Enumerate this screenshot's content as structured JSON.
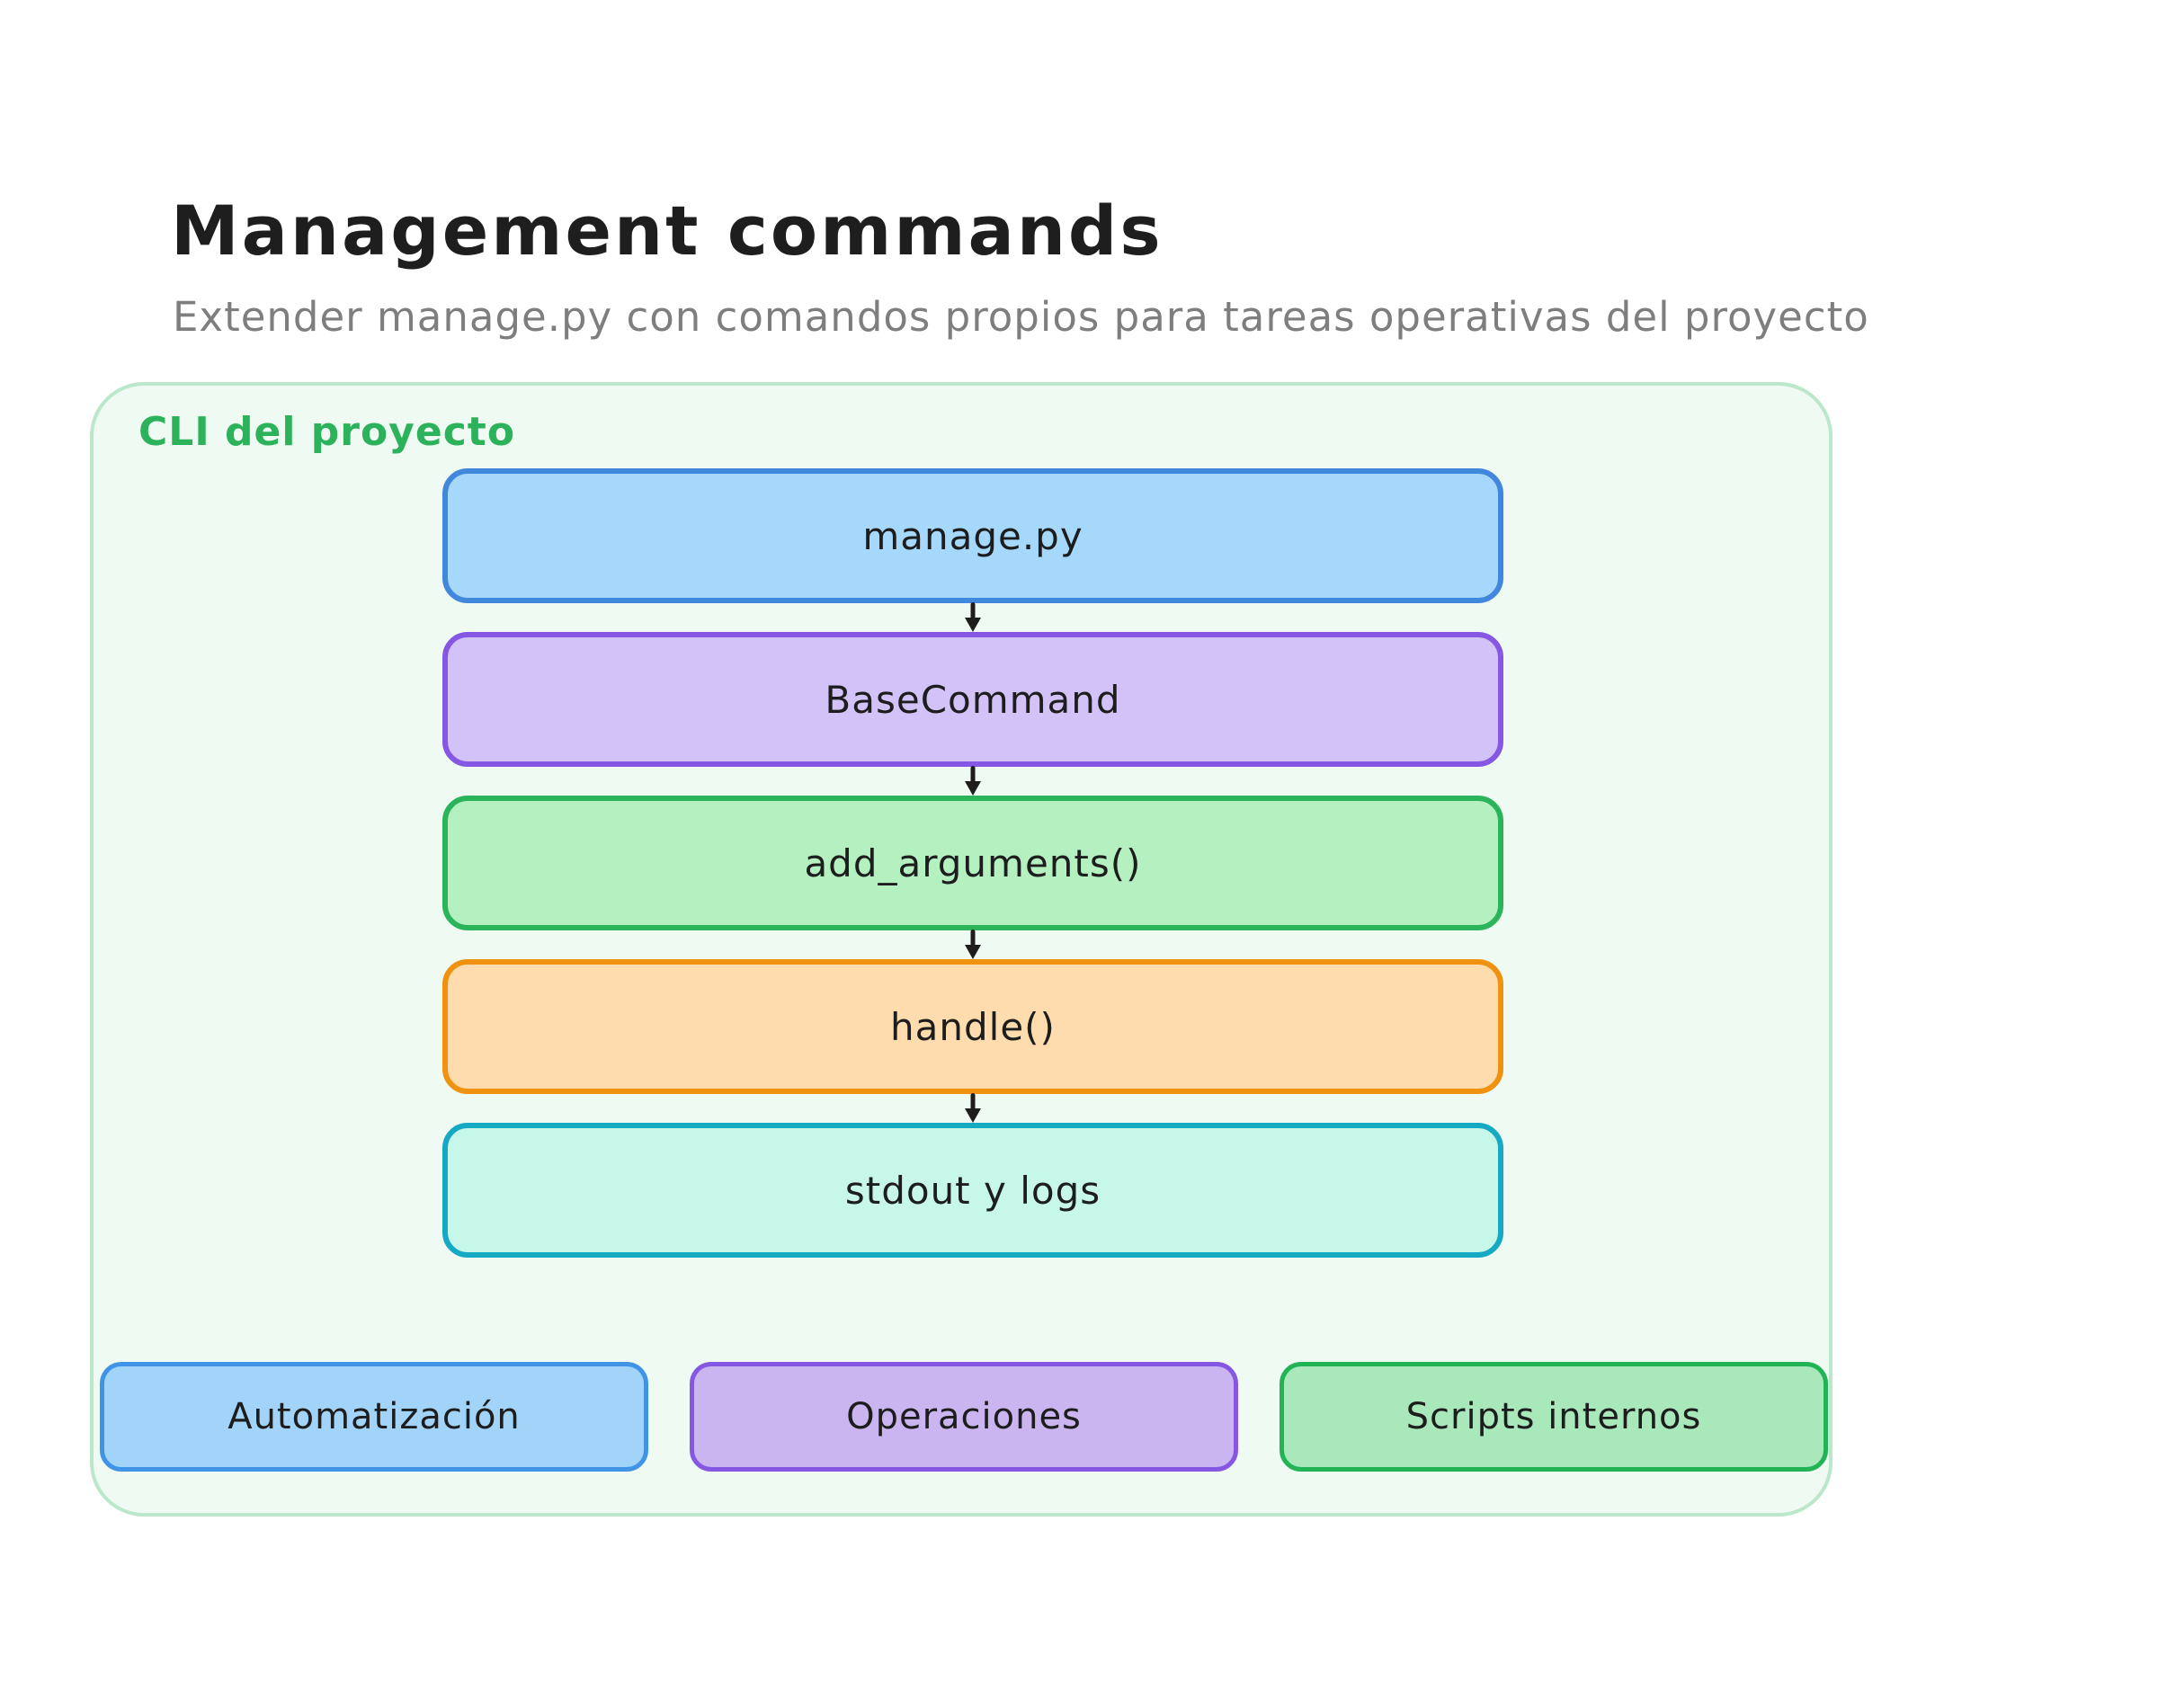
{
  "page": {
    "title": "Management commands",
    "subtitle": "Extender manage.py con comandos propios para tareas operativas del proyecto"
  },
  "diagram": {
    "container_label": "CLI del proyecto",
    "flow": [
      {
        "id": "manage-py",
        "label": "manage.py",
        "fill": "#a5d8fb",
        "border": "#4187dc"
      },
      {
        "id": "basecommand",
        "label": "BaseCommand",
        "fill": "#d2c2f7",
        "border": "#8557e3"
      },
      {
        "id": "add-arguments",
        "label": "add_arguments()",
        "fill": "#b4f0c0",
        "border": "#2bb45a"
      },
      {
        "id": "handle",
        "label": "handle()",
        "fill": "#ffdcad",
        "border": "#ef9210"
      },
      {
        "id": "stdout-logs",
        "label": "stdout y logs",
        "fill": "#c7f7e9",
        "border": "#16a9c4"
      }
    ],
    "categories": [
      {
        "id": "automatizacion",
        "label": "Automatización",
        "fill": "#a2d4fa",
        "border": "#4094e6"
      },
      {
        "id": "operaciones",
        "label": "Operaciones",
        "fill": "#cab5f1",
        "border": "#8557e3"
      },
      {
        "id": "scripts-internos",
        "label": "Scripts internos",
        "fill": "#a9e8ba",
        "border": "#22b357"
      }
    ],
    "icons": {
      "flow_connector": "arrow-down-icon"
    },
    "colors": {
      "container_fill": "#effaf3",
      "container_border": "#bbe7ca",
      "container_label": "#2cb25a",
      "arrow": "#1d1d1d",
      "title": "#1e1e1e",
      "subtitle": "#7e7e7e",
      "node_text": "#1d1d1d"
    }
  }
}
